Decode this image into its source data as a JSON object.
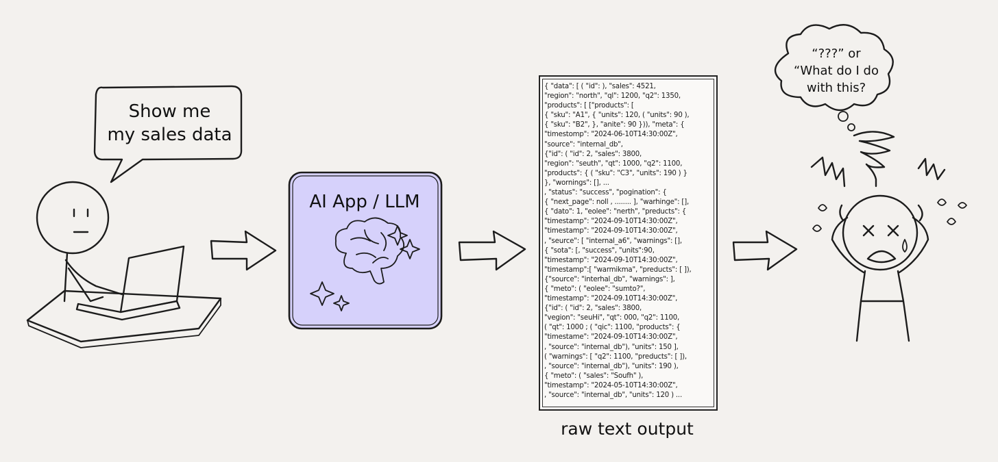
{
  "user_speech": [
    "Show me",
    "my sales data"
  ],
  "app_box": {
    "title": "AI App / LLM",
    "fill": "#d6d1fb"
  },
  "raw_output": {
    "label": "raw text output",
    "lines": [
      "{ \"data\": [ ( \"id\": ), \"sales\": 4521,",
      "\"region\": \"north\", \"ql\": 1200, \"q2\": 1350,",
      "\"products\": [ [\"products\": [",
      "{ \"sku\": \"A1\", { \"units\": 120, ( \"units\": 90 ),",
      "{ \"sku\": \"B2\", }, \"anite\": 90 })), \"meta\": {",
      "\"timestomp\": \"2024-06-10T14:30:00Z\",",
      "\"source\": \"internal_db\",",
      "{\"id\": ( \"id\": 2, \"sales\": 3800,",
      "\"region\": \"seuth\", \"qt\": 1000, \"q2\": 1100,",
      "\"products\": { ( \"sku\": \"C3\", \"units\": 190 ) }",
      "}, \"wornings\": [], ...",
      ", \"status\": \"success\", \"pogination\": {",
      "{ \"next_page\": noll , ........ ], \"warhinge\": [],",
      "{ \"dato\": 1, \"eolee\": \"nerth\", \"preducts\": {",
      "\"timestamp\": \"2024-09-10T14:30:00Z\",",
      "\"timestamp\": \"2024-09-10T14:30:00Z\",",
      ", \"seurce\": [ \"internal_a6\", \"warnings\": [],",
      "{ \"sota\": [, \"success\", \"units\":90,",
      "\"timestamp\": \"2024-09-10T14:30:00Z\",",
      "\"timestamp\":[ \"warmikma\", \"preducts\": [ ]),",
      "{\"source\": \"interhal_db\", \"warnings\": ],",
      "{ \"meto\": ( \"eolee\": \"sumto?\",",
      "\"timestamp\": \"2024-09.10T14:30:00Z\",",
      "{\"id\": ( \"id\": 2, \"sales\": 3800,",
      "\"vegion\": \"seuHi\", \"qt\": 000, \"q2\": 1100,",
      "( \"qt\": 1000 ; ( \"qic\": 1100, \"products\": {",
      "\"timestame\": \"2024-09-10T14:30:00Z\",",
      ", \"source\": \"internal_db\"), \"units\": 150 ],",
      "( \"warnings\": [ \"q2\": 1100, \"preducts\": [ ]),",
      ", \"source\": \"internal_db\"), \"units\": 190 ),",
      "{ \"meto\": ( \"sales\": \"Soufh\" ),",
      "\"timestamp\": \"2024-05-10T14:30:00Z\",",
      ", \"source\": \"internal_db\", \"units\": 120 ) ..."
    ]
  },
  "thought": [
    "“???” or",
    "“What do I do",
    "with this?"
  ],
  "colors": {
    "ink": "#1c1c1c",
    "background": "#f3f1ee",
    "box_fill": "#d6d1fb"
  },
  "icons": [
    "stick-figure-user",
    "laptop",
    "brain-icon",
    "sparkle-icon",
    "arrow-right",
    "confused-stick-figure",
    "thought-cloud",
    "speech-bubble"
  ]
}
